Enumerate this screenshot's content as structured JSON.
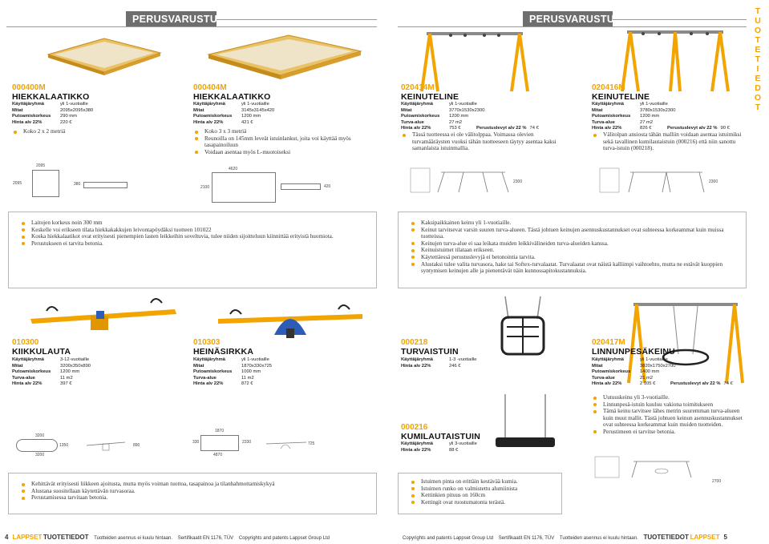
{
  "headers": {
    "left": "PERUSVARUSTUS",
    "right": "PERUSVARUSTUS"
  },
  "side_text": [
    "T",
    "U",
    "O",
    "T",
    "E",
    "T",
    "I",
    "E",
    "D",
    "O",
    "T"
  ],
  "products_top": [
    {
      "code": "000400M",
      "name": "HIEKKALAATIKKO",
      "specs": [
        {
          "k": "Käyttäjäryhmä",
          "v": "yli 1-vuotiaille"
        },
        {
          "k": "Mitat",
          "v": "2095x2095x380"
        },
        {
          "k": "Putoamiskorkeus",
          "v": "290 mm"
        },
        {
          "k": "Hinta alv 22%",
          "v": "220 €"
        }
      ],
      "bullets": [
        "Koko 2 x 2 metriä"
      ],
      "dims": [
        "2095",
        "2095",
        "380"
      ]
    },
    {
      "code": "000404M",
      "name": "HIEKKALAATIKKO",
      "specs": [
        {
          "k": "Käyttäjäryhmä",
          "v": "yli 1-vuotiaille"
        },
        {
          "k": "Mitat",
          "v": "3145x3145x420"
        },
        {
          "k": "Putoamiskorkeus",
          "v": "1200 mm"
        },
        {
          "k": "Hinta alv 22%",
          "v": "421 €"
        }
      ],
      "bullets": [
        "Koko 3 x 3 metriä",
        "Reunoilla on 145mm leveät istuinlankut, joita voi käyttää myös tasapainoiluun",
        "Voidaan asentaa myös L-muotoiseksi"
      ],
      "dims": [
        "4620",
        "2100",
        "420"
      ]
    },
    {
      "code": "020414M",
      "name": "KEINUTELINE",
      "specs": [
        {
          "k": "Käyttäjäryhmä",
          "v": "yli 1-vuotiaille"
        },
        {
          "k": "Mitat",
          "v": "3770x1530x2300"
        },
        {
          "k": "Putoamiskorkeus",
          "v": "1200 mm"
        },
        {
          "k": "Turva-alue",
          "v": "27 m2"
        },
        {
          "k": "Hinta alv 22%",
          "v": "753 €",
          "extra": "Perustuslevyt alv 22 %",
          "extrav": "74 €"
        }
      ],
      "bullets": [
        "Tässä tuotteessa ei ole välitolppaa. Voimassa olevien turvamääräysten vuoksi tähän tuotteeseen täytyy asentaa kaksi samanlaista istuinmallia."
      ],
      "dims": [
        "2300"
      ]
    },
    {
      "code": "020416M",
      "name": "KEINUTELINE",
      "specs": [
        {
          "k": "Käyttäjäryhmä",
          "v": "yli 1-vuotiaille"
        },
        {
          "k": "Mitat",
          "v": "3780x1530x2300"
        },
        {
          "k": "Putoamiskorkeus",
          "v": "1200 mm"
        },
        {
          "k": "Turva-alue",
          "v": "27 m2"
        },
        {
          "k": "Hinta alv 22%",
          "v": "826 €",
          "extra": "Perustuslevyt alv 22 %",
          "extrav": "90 €"
        }
      ],
      "bullets": [
        "Välitolpan ansiosta tähän malliin voidaan asentaa istuimiksi sekä tavallinen kumilautaistuin (000216) että niin sanottu turva-istuin (000218)."
      ],
      "dims": [
        "2300"
      ]
    }
  ],
  "info_left": [
    "Laitojen korkeus noin 300 mm",
    "Keskelle voi erikseen tilata hiekkakakkujen leivontapöydäksi tuotteen 101022",
    "Koska hiekkalaatikot ovat erityisesti pienempien lasten leikkeihin soveltuvia, tulee niiden sijoitteluun kiinnittää erityistä huomiota.",
    "Perustukseen ei tarvita betonia."
  ],
  "info_right": [
    "Kaksipaikkainen keinu yli 1-vuotiaille.",
    "Keinut tarvitsevat varsin suuren turva-alueen. Tästä johtuen keinujen asennuskustannukset ovat suhteessa korkeammat kuin muissa tuotteissa.",
    "Keinujen turva-alue ei saa leikata muiden leikkivälineiden turva-alueiden kanssa.",
    "Keinuistuimet tilataan erikseen.",
    "Käytettäessä perustuslevyjä ei betonointia tarvita.",
    "Alustaksi tulee valita turvasora, hake tai Softex-turvalaatat. Turvalaatat ovat näistä kalliimpi vaihtoehto, mutta ne estävät kuoppien syntymisen keinujen alle ja pienentävät näin kunnossapitokustannuksia."
  ],
  "products_bottom": [
    {
      "code": "010300",
      "name": "KIIKKULAUTA",
      "specs": [
        {
          "k": "Käyttäjäryhmä",
          "v": "3-12-vuotiaille"
        },
        {
          "k": "Mitat",
          "v": "3200x350x890"
        },
        {
          "k": "Putoamiskorkeus",
          "v": "1200 mm"
        },
        {
          "k": "Turva-alue",
          "v": "11 m2"
        },
        {
          "k": "Hinta alv 22%",
          "v": "397 €"
        }
      ],
      "dims": [
        "3200",
        "1350",
        "3200",
        "890"
      ]
    },
    {
      "code": "010303",
      "name": "HEINÄSIRKKA",
      "specs": [
        {
          "k": "Käyttäjäryhmä",
          "v": "yli 1-vuotiaille"
        },
        {
          "k": "Mitat",
          "v": "1870x330x725"
        },
        {
          "k": "Putoamiskorkeus",
          "v": "1000 mm"
        },
        {
          "k": "Turva-alue",
          "v": "11 m2"
        },
        {
          "k": "Hinta alv 22%",
          "v": "872 €"
        }
      ],
      "dims": [
        "1870",
        "4870",
        "330",
        "2330",
        "725"
      ]
    },
    {
      "code": "000218",
      "name": "TURVAISTUIN",
      "specs": [
        {
          "k": "Käyttäjäryhmä",
          "v": "1-3 -vuotiaille"
        },
        {
          "k": "Hinta alv 22%",
          "v": "246 €"
        }
      ]
    },
    {
      "code": "000216",
      "name": "KUMILAUTAISTUIN",
      "specs": [
        {
          "k": "Käyttäjäryhmä",
          "v": "yli 3-vuotiaille"
        },
        {
          "k": "Hinta alv 22%",
          "v": "88 €"
        }
      ]
    },
    {
      "code": "020417M",
      "name": "LINNUNPESÄKEINU",
      "specs": [
        {
          "k": "Käyttäjäryhmä",
          "v": "yli 1-vuotiaille"
        },
        {
          "k": "Mitat",
          "v": "3820x1750x2700"
        },
        {
          "k": "Putoamiskorkeus",
          "v": "1400 mm"
        },
        {
          "k": "Turva-alue",
          "v": "21 m2"
        },
        {
          "k": "Hinta alv 22%",
          "v": "2 105 €",
          "extra": "Perustuslevyt alv 22 %",
          "extrav": "74 €"
        }
      ],
      "bullets": [
        "Uutuuskeinu yli 3-vuotiaille.",
        "Linnunpesä-istuin kuuluu vakiona toimitukseen",
        "Tämä keinu tarvitsee lähes metrin suuremman turva-alueen kuin muut mallit. Tästä johtuen keinun asennuskustannukset ovat suhteessa korkeammat kuin muiden tuotteiden.",
        "Perustimeen ei tarvitse betonia."
      ],
      "dims": [
        "2700"
      ]
    }
  ],
  "info_bottom_left": [
    "Kehittävät erityisesti liikkeen ajoitusta, mutta myös voiman tuottoa, tasapainoa ja tilanhahmottamiskykyä",
    "Alustana suositellaan käytettävän turvasoraa.",
    "Perustamisessa tarvitaan betonia."
  ],
  "info_bottom_right": [
    "Istuimen pinta on erittäin kestävää kumia.",
    "Istuimen runko on valmistettu alumiinista",
    "Kettinkien pituus on 160cm",
    "Kettingit ovat ruostumatonta terästä."
  ],
  "footer": {
    "left_page": "4",
    "brand_left": "LAPPSET",
    "brand_word": "TUOTETIEDOT",
    "vat_note": "Tuotteiden asennus ei kuulu hintaan.",
    "cert": "Sertifikaatit EN 1176, TÜV",
    "copyright": "Copyrights and patents Lappset Group Ltd",
    "right_page": "5",
    "brand_right": "LAPPSET"
  }
}
